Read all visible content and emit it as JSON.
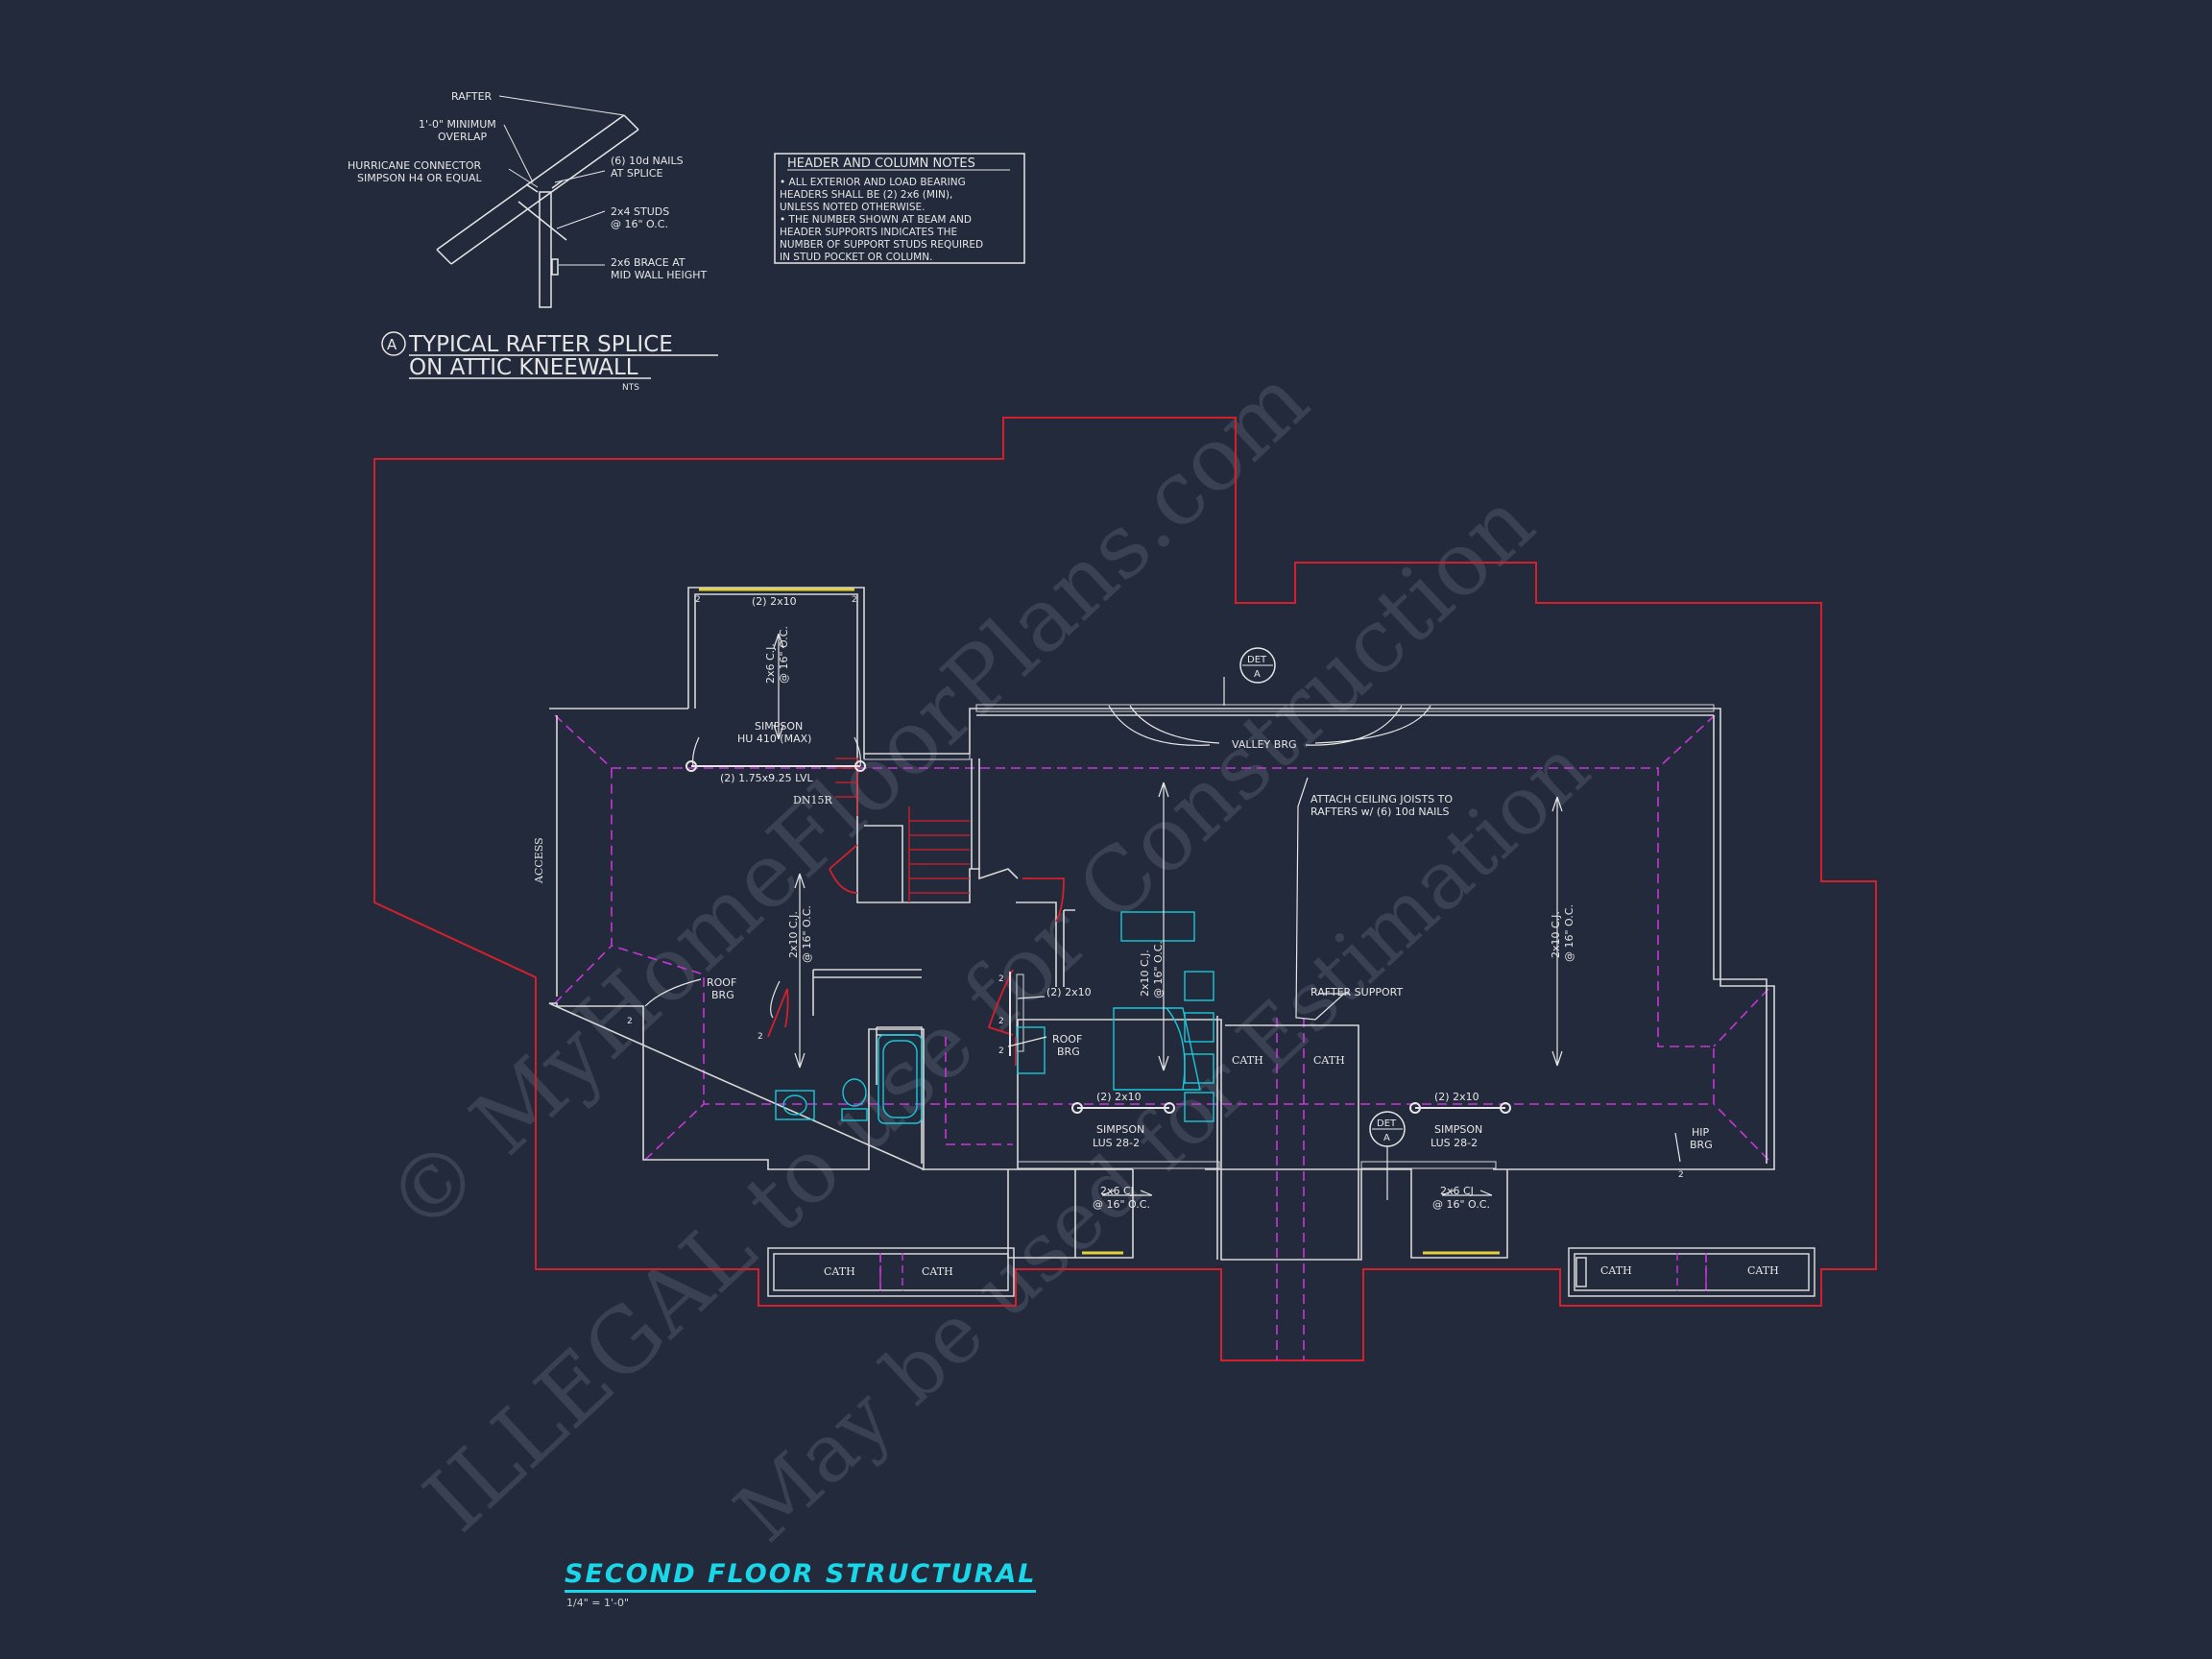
{
  "colors": {
    "background": "#232a3b",
    "wall": "#d8d8d8",
    "roof_outline": "#d4202c",
    "ridge_hip": "#c637d6",
    "fixtures": "#19c7d8",
    "title": "#19d6e8",
    "watermark": "#3a4152"
  },
  "watermark": {
    "line1": "© MyHomeFloorPlans.com",
    "line2": "ILLEGAL to use for Construction",
    "line3": "May be used for Estimation"
  },
  "detail": {
    "marker": "A",
    "title_line1": "TYPICAL RAFTER SPLICE",
    "title_line2": "ON ATTIC KNEEWALL",
    "scale": "NTS",
    "labels": {
      "rafter": "RAFTER",
      "overlap1": "1'-0\" MINIMUM",
      "overlap2": "OVERLAP",
      "connector1": "HURRICANE CONNECTOR",
      "connector2": "SIMPSON H4 OR EQUAL",
      "nails1": "(6) 10d NAILS",
      "nails2": "AT SPLICE",
      "studs1": "2x4 STUDS",
      "studs2": "@ 16\" O.C.",
      "brace1": "2x6 BRACE AT",
      "brace2": "MID WALL HEIGHT"
    }
  },
  "notes": {
    "title": "HEADER AND COLUMN NOTES",
    "lines": [
      "• ALL EXTERIOR AND LOAD BEARING",
      "HEADERS SHALL BE (2) 2x6 (MIN),",
      "UNLESS NOTED OTHERWISE.",
      "• THE NUMBER SHOWN AT BEAM AND",
      "HEADER SUPPORTS INDICATES THE",
      "NUMBER OF SUPPORT STUDS REQUIRED",
      "IN STUD POCKET OR COLUMN."
    ]
  },
  "plan": {
    "title": "SECOND FLOOR STRUCTURAL",
    "scale": "1/4\" = 1'-0\"",
    "labels": {
      "header_top": "(2) 2x10",
      "cj_top1": "2x6 C.J.",
      "cj_top2": "@ 16\" O.C.",
      "simpson_hu1": "SIMPSON",
      "simpson_hu2": "HU 410 (MAX)",
      "lvl": "(2) 1.75x9.25 LVL",
      "dn": "DN15R",
      "access": "ACCESS",
      "det": "DET",
      "det_letter": "A",
      "valley": "VALLEY BRG",
      "attach1": "ATTACH CEILING JOISTS TO",
      "attach2": "RAFTERS w/ (6) 10d NAILS",
      "cj_left1": "2x10 C.J.",
      "cj_left2": "@ 16\" O.C.",
      "cj_mid1": "2x10 C.J.",
      "cj_mid2": "@ 16\" O.C.",
      "cj_right1": "2x10 C.J.",
      "cj_right2": "@ 16\" O.C.",
      "roof_brg1": "ROOF",
      "roof_brg2": "BRG",
      "header_mid": "(2) 2x10",
      "roof_brg_b1": "ROOF",
      "roof_brg_b2": "BRG",
      "rafter_support": "RAFTER SUPPORT",
      "cath": "CATH",
      "header_lb": "(2) 2x10",
      "lus_a1": "SIMPSON",
      "lus_a2": "LUS 28-2",
      "header_rb": "(2) 2x10",
      "lus_b1": "SIMPSON",
      "lus_b2": "LUS 28-2",
      "hip1": "HIP",
      "hip2": "BRG",
      "cj_b1": "2x6 CJ",
      "cj_b2": "@ 16\" O.C.",
      "studs_2": "2"
    }
  }
}
